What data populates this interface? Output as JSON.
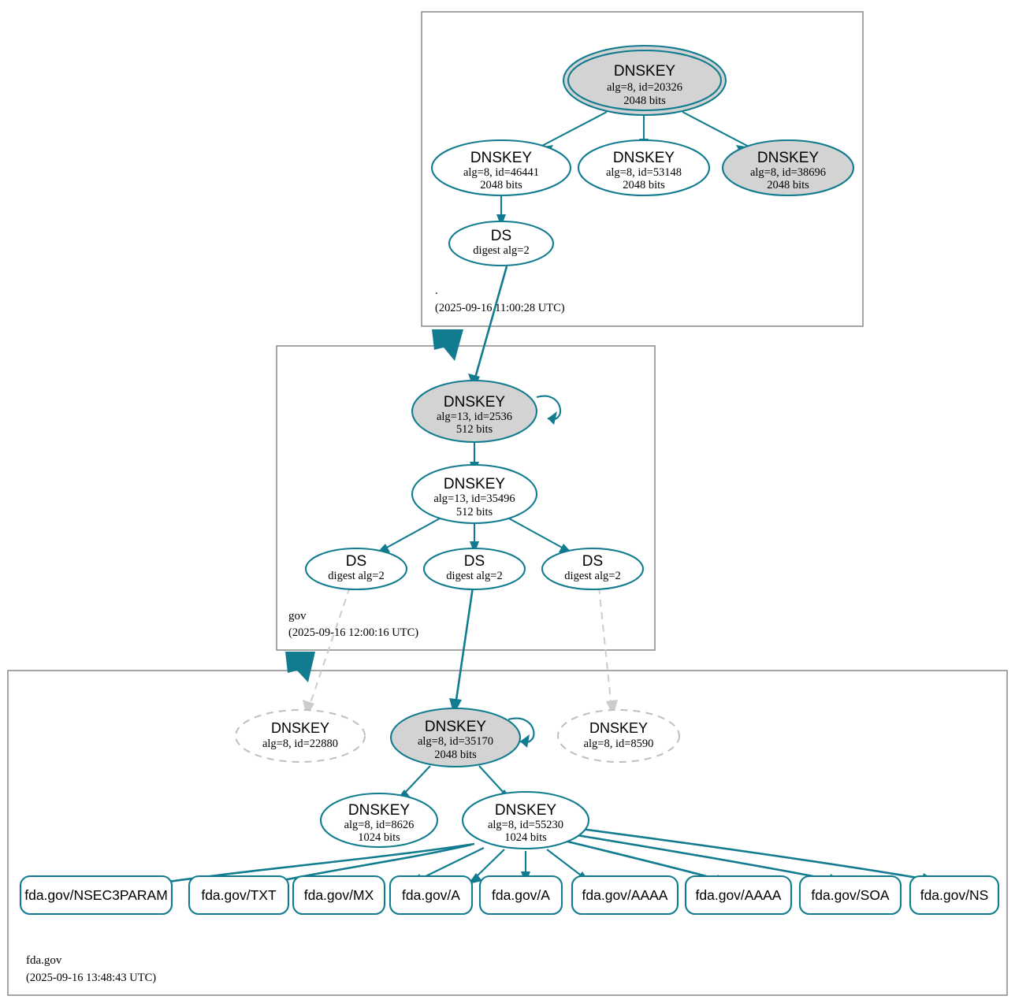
{
  "diagram": {
    "kind": "dnssec-authentication-chain",
    "colors": {
      "accent_teal": "#117b8f",
      "secure_key_fill": "#d3d3d3",
      "plain_fill": "#ffffff",
      "ghost_stroke": "#cccccc",
      "zone_border": "#808080"
    }
  },
  "zones": [
    {
      "id": "root",
      "name": ".",
      "timestamp": "(2025-09-16 11:00:28 UTC)",
      "nodes": [
        {
          "id": "root-ksk-20326",
          "type": "DNSKEY",
          "title": "DNSKEY",
          "line2": "alg=8, id=20326",
          "line3": "2048 bits",
          "style": "sep-secure"
        },
        {
          "id": "root-zsk-46441",
          "type": "DNSKEY",
          "title": "DNSKEY",
          "line2": "alg=8, id=46441",
          "line3": "2048 bits",
          "style": "plain"
        },
        {
          "id": "root-zsk-53148",
          "type": "DNSKEY",
          "title": "DNSKEY",
          "line2": "alg=8, id=53148",
          "line3": "2048 bits",
          "style": "plain"
        },
        {
          "id": "root-zsk-38696",
          "type": "DNSKEY",
          "title": "DNSKEY",
          "line2": "alg=8, id=38696",
          "line3": "2048 bits",
          "style": "secure"
        },
        {
          "id": "root-ds-gov",
          "type": "DS",
          "title": "DS",
          "line2": "digest alg=2",
          "line3": "",
          "style": "plain"
        }
      ]
    },
    {
      "id": "gov",
      "name": "gov",
      "timestamp": "(2025-09-16 12:00:16 UTC)",
      "nodes": [
        {
          "id": "gov-ksk-2536",
          "type": "DNSKEY",
          "title": "DNSKEY",
          "line2": "alg=13, id=2536",
          "line3": "512 bits",
          "style": "secure"
        },
        {
          "id": "gov-zsk-35496",
          "type": "DNSKEY",
          "title": "DNSKEY",
          "line2": "alg=13, id=35496",
          "line3": "512 bits",
          "style": "plain"
        },
        {
          "id": "gov-ds-1",
          "type": "DS",
          "title": "DS",
          "line2": "digest alg=2",
          "line3": "",
          "style": "plain"
        },
        {
          "id": "gov-ds-2",
          "type": "DS",
          "title": "DS",
          "line2": "digest alg=2",
          "line3": "",
          "style": "plain"
        },
        {
          "id": "gov-ds-3",
          "type": "DS",
          "title": "DS",
          "line2": "digest alg=2",
          "line3": "",
          "style": "plain"
        }
      ]
    },
    {
      "id": "fdagov",
      "name": "fda.gov",
      "timestamp": "(2025-09-16 13:48:43 UTC)",
      "nodes": [
        {
          "id": "fda-ghost-22880",
          "type": "DNSKEY",
          "title": "DNSKEY",
          "line2": "alg=8, id=22880",
          "line3": "",
          "style": "ghost"
        },
        {
          "id": "fda-ksk-35170",
          "type": "DNSKEY",
          "title": "DNSKEY",
          "line2": "alg=8, id=35170",
          "line3": "2048 bits",
          "style": "secure"
        },
        {
          "id": "fda-ghost-8590",
          "type": "DNSKEY",
          "title": "DNSKEY",
          "line2": "alg=8, id=8590",
          "line3": "",
          "style": "ghost"
        },
        {
          "id": "fda-zsk-8626",
          "type": "DNSKEY",
          "title": "DNSKEY",
          "line2": "alg=8, id=8626",
          "line3": "1024 bits",
          "style": "plain"
        },
        {
          "id": "fda-zsk-55230",
          "type": "DNSKEY",
          "title": "DNSKEY",
          "line2": "alg=8, id=55230",
          "line3": "1024 bits",
          "style": "plain"
        }
      ],
      "rrsets": [
        {
          "id": "rr-nsec3param",
          "label": "fda.gov/NSEC3PARAM"
        },
        {
          "id": "rr-txt",
          "label": "fda.gov/TXT"
        },
        {
          "id": "rr-mx",
          "label": "fda.gov/MX"
        },
        {
          "id": "rr-a-1",
          "label": "fda.gov/A"
        },
        {
          "id": "rr-a-2",
          "label": "fda.gov/A"
        },
        {
          "id": "rr-aaaa-1",
          "label": "fda.gov/AAAA"
        },
        {
          "id": "rr-aaaa-2",
          "label": "fda.gov/AAAA"
        },
        {
          "id": "rr-soa",
          "label": "fda.gov/SOA"
        },
        {
          "id": "rr-ns",
          "label": "fda.gov/NS"
        }
      ]
    }
  ]
}
